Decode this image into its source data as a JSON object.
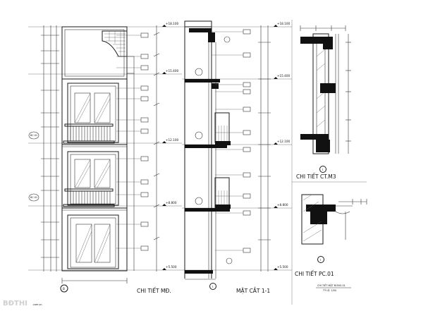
{
  "views": {
    "facade_title": "CHI TIẾT MĐ.",
    "section_title": "MẶT CẮT 1-1",
    "detail_m3_title": "CHI TIẾT CT.M3",
    "detail_pc_title": "CHI TIẾT PC.01",
    "detail_pc_note": "CHI TIẾT MẶT ĐỨNG 01",
    "detail_pc_scale": "TỶ LỆ: 1/50",
    "axis_marker": "B",
    "section_marker": "1",
    "detail_marker_m3": "1",
    "detail_marker_pc": "1",
    "left_tags": [
      "BC.01",
      "BC.01"
    ]
  },
  "levels": {
    "facade": [
      "+18.100",
      "+15.400",
      "+12.100",
      "+8.800",
      "+5.500"
    ],
    "section": [
      "+18.100",
      "+15.400",
      "+12.100",
      "+8.800",
      "+5.500"
    ]
  },
  "watermark": "BĐTHI",
  "watermark_sub": ".com.vn"
}
